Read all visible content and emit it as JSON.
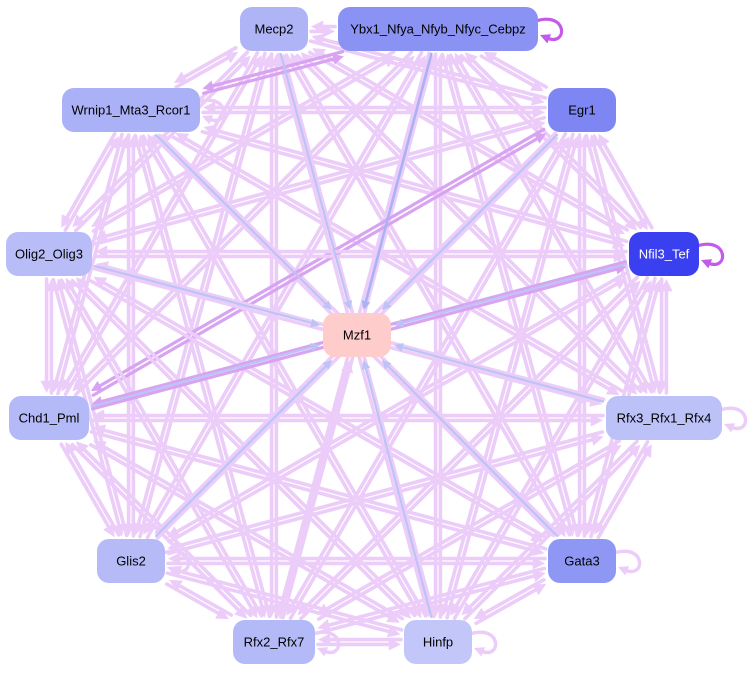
{
  "diagram": {
    "nodes": [
      {
        "id": "Mecp2",
        "label": "Mecp2",
        "fill": "#AEB4F6",
        "text": "#000000"
      },
      {
        "id": "Ybx1_Nfya_Nfyb_Nfyc_Cebpz",
        "label": "Ybx1_Nfya_Nfyb_Nfyc_Cebpz",
        "fill": "#8A92F4",
        "text": "#000000"
      },
      {
        "id": "Wrnip1_Mta3_Rcor1",
        "label": "Wrnip1_Mta3_Rcor1",
        "fill": "#ABB1F6",
        "text": "#000000"
      },
      {
        "id": "Egr1",
        "label": "Egr1",
        "fill": "#7D86F2",
        "text": "#000000"
      },
      {
        "id": "Olig2_Olig3",
        "label": "Olig2_Olig3",
        "fill": "#B8BDF7",
        "text": "#000000"
      },
      {
        "id": "Nfil3_Tef",
        "label": "Nfil3_Tef",
        "fill": "#3A3FF0",
        "text": "#ffffff"
      },
      {
        "id": "Mzf1",
        "label": "Mzf1",
        "fill": "#FFCCCC",
        "text": "#000000"
      },
      {
        "id": "Chd1_Pml",
        "label": "Chd1_Pml",
        "fill": "#B4B9F7",
        "text": "#000000"
      },
      {
        "id": "Rfx3_Rfx1_Rfx4",
        "label": "Rfx3_Rfx1_Rfx4",
        "fill": "#BCC1F8",
        "text": "#000000"
      },
      {
        "id": "Glis2",
        "label": "Glis2",
        "fill": "#B6BBF7",
        "text": "#000000"
      },
      {
        "id": "Gata3",
        "label": "Gata3",
        "fill": "#8F97F4",
        "text": "#000000"
      },
      {
        "id": "Rfx2_Rfx7",
        "label": "Rfx2_Rfx7",
        "fill": "#B4B9F7",
        "text": "#000000"
      },
      {
        "id": "Hinfp",
        "label": "Hinfp",
        "fill": "#C2C6F8",
        "text": "#000000"
      }
    ],
    "self_loops": [
      "Ybx1_Nfya_Nfyb_Nfyc_Cebpz",
      "Wrnip1_Mta3_Rcor1",
      "Nfil3_Tef",
      "Rfx3_Rfx1_Rfx4",
      "Glis2",
      "Gata3",
      "Rfx2_Rfx7",
      "Hinfp"
    ],
    "strong_self_loops": [
      "Ybx1_Nfya_Nfyb_Nfyc_Cebpz",
      "Nfil3_Tef"
    ],
    "hub": "Mzf1",
    "blue_edges_to_hub": [
      "Mecp2",
      "Ybx1_Nfya_Nfyb_Nfyc_Cebpz",
      "Wrnip1_Mta3_Rcor1",
      "Egr1",
      "Olig2_Olig3",
      "Nfil3_Tef",
      "Chd1_Pml",
      "Rfx3_Rfx1_Rfx4",
      "Glis2",
      "Gata3",
      "Hinfp"
    ],
    "pink_edges_to_hub": [
      "Rfx2_Rfx7"
    ],
    "strong_edges": [
      [
        "Nfil3_Tef",
        "Chd1_Pml"
      ],
      [
        "Egr1",
        "Chd1_Pml"
      ],
      [
        "Ybx1_Nfya_Nfyb_Nfyc_Cebpz",
        "Wrnip1_Mta3_Rcor1"
      ],
      [
        "Ybx1_Nfya_Nfyb_Nfyc_Cebpz",
        "Mzf1"
      ]
    ],
    "colors": {
      "mesh_edge": "#ECCCF8",
      "strong_edge": "#D8A4F2",
      "hub_edge": "#BCC4F6",
      "strong_self_loop": "#C45AEC",
      "node_text_dark": "#000000",
      "node_text_light": "#ffffff"
    }
  }
}
